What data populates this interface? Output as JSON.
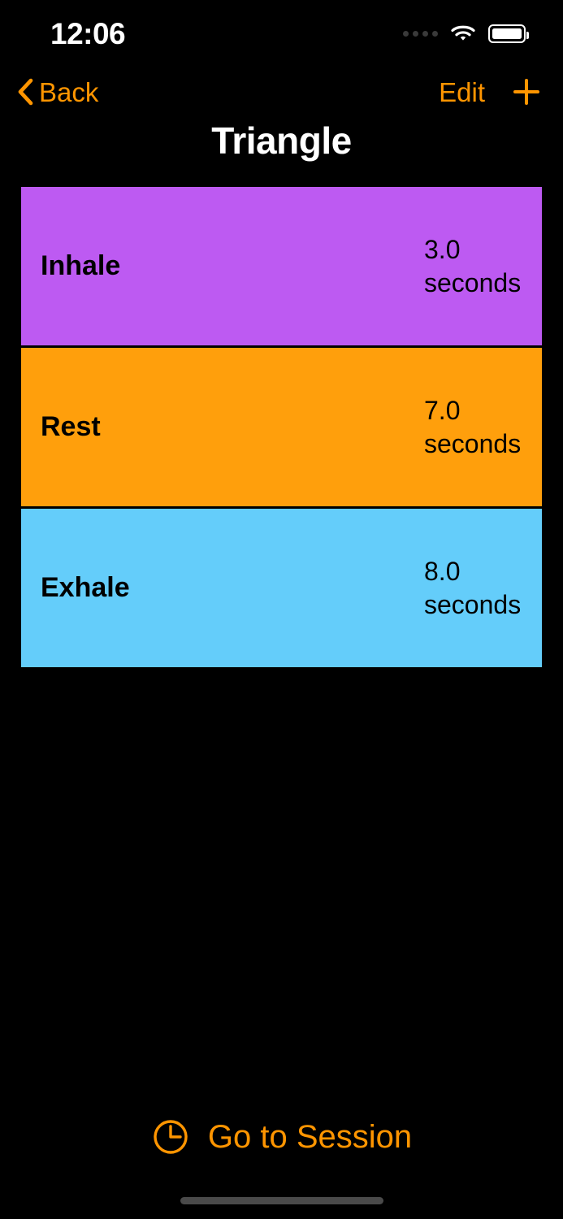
{
  "status_bar": {
    "time": "12:06",
    "signal_icon": "cellular-dots-icon",
    "wifi_icon": "wifi-icon",
    "battery_icon": "battery-full-icon"
  },
  "nav_bar": {
    "back_label": "Back",
    "back_icon": "chevron-left-icon",
    "edit_label": "Edit",
    "add_icon": "plus-icon",
    "accent_color": "#FF9500"
  },
  "header": {
    "title": "Triangle"
  },
  "phases": [
    {
      "name": "Inhale",
      "duration_value": "3.0",
      "duration_unit": "seconds",
      "color": "#BD5AF2"
    },
    {
      "name": "Rest",
      "duration_value": "7.0",
      "duration_unit": "seconds",
      "color": "#FF9F0C"
    },
    {
      "name": "Exhale",
      "duration_value": "8.0",
      "duration_unit": "seconds",
      "color": "#64CDFA"
    }
  ],
  "bottom_action": {
    "label": "Go to Session",
    "icon": "clock-icon",
    "color": "#FF9500"
  },
  "home_indicator": {
    "color": "#4a4a4a"
  }
}
